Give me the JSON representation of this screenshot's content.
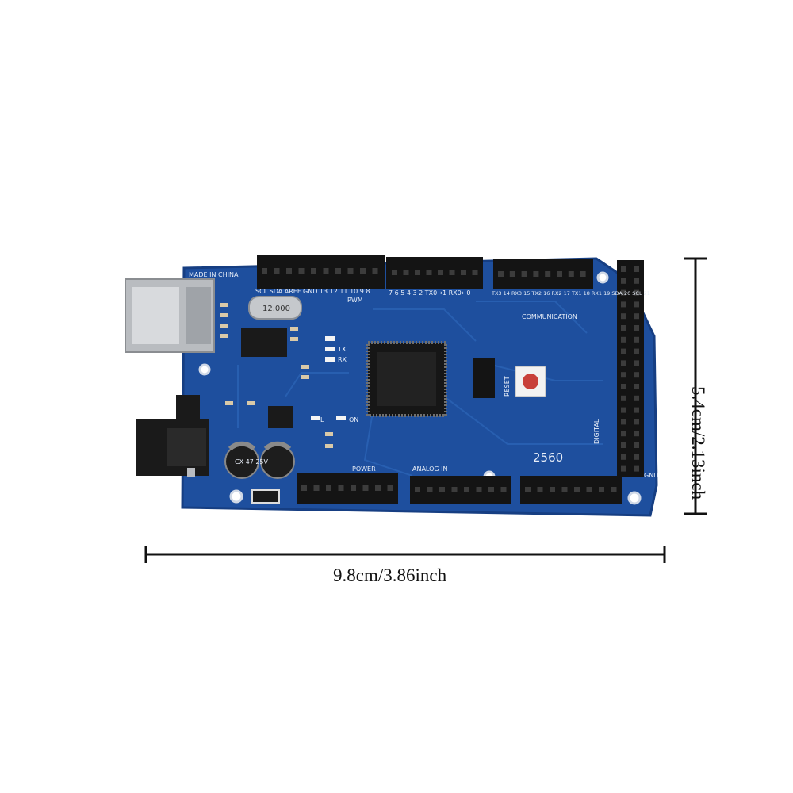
{
  "dimensions": {
    "width_label": "9.8cm/3.86inch",
    "height_label": "5.4cm/2.13inch"
  },
  "board": {
    "model_text": "2560",
    "maker_text": "MADE IN CHINA",
    "crystal_text": "12.000",
    "cap_text": "CX 47 25V",
    "header_labels": {
      "top_left": "SCL SDA AREF GND 13 12 11 10 9 8",
      "pwm": "PWM",
      "top_mid": "7 6 5 4 3 2 TX0→1 RX0←0",
      "comm_pins": "TX3 14  RX3 15  TX2 16  RX2 17  TX1 18  RX1 19  SDA 20  SCL 21",
      "communication": "COMMUNICATION",
      "reset": "RESET",
      "power": "POWER",
      "analog": "ANALOG IN",
      "digital": "DIGITAL",
      "gnd": "GND",
      "led_tx": "TX",
      "led_rx": "RX",
      "led_on": "ON",
      "led_l": "L"
    },
    "colors": {
      "pcb": "#1e4f9e",
      "pcb_edge": "#163e82",
      "header": "#141414",
      "silkscreen": "#e8eef8",
      "reset_button": "#c8403a"
    }
  }
}
